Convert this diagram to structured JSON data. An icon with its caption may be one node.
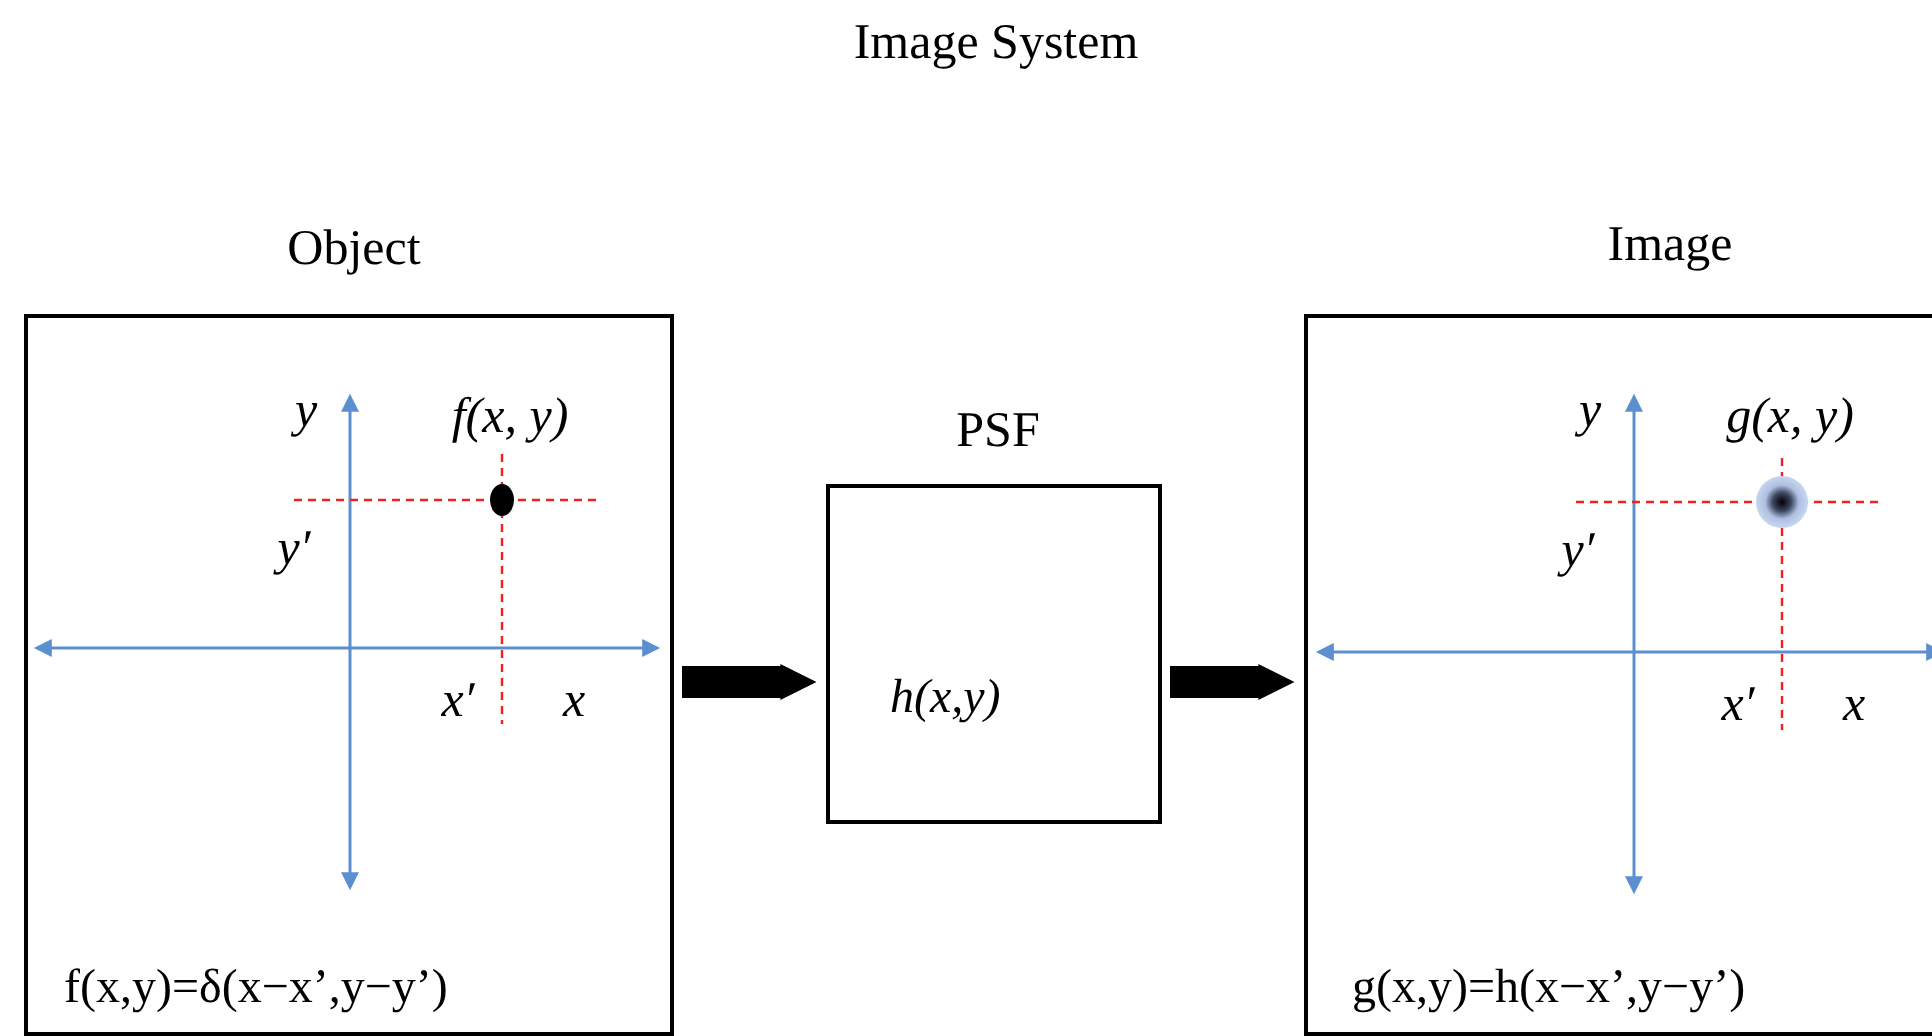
{
  "diagram": {
    "title": "Image System",
    "nodes": [
      {
        "text": [
          "Object",
          "f(x,y)=δ(x−x’,y−y’)"
        ]
      },
      {
        "text": [
          "PSF",
          "h(x,y)"
        ]
      },
      {
        "text": [
          "Image",
          "g(x,y)=h(x−x’,y−y’)"
        ]
      }
    ],
    "edges": [
      {
        "from": 0,
        "to": 1,
        "arrow": "to"
      },
      {
        "from": 1,
        "to": 2,
        "arrow": "to"
      }
    ],
    "labels": [
      "y",
      "f(x, y)",
      "y′",
      "x′",
      "x",
      "y",
      "g(x, y)",
      "y′",
      "x′",
      "x"
    ]
  }
}
